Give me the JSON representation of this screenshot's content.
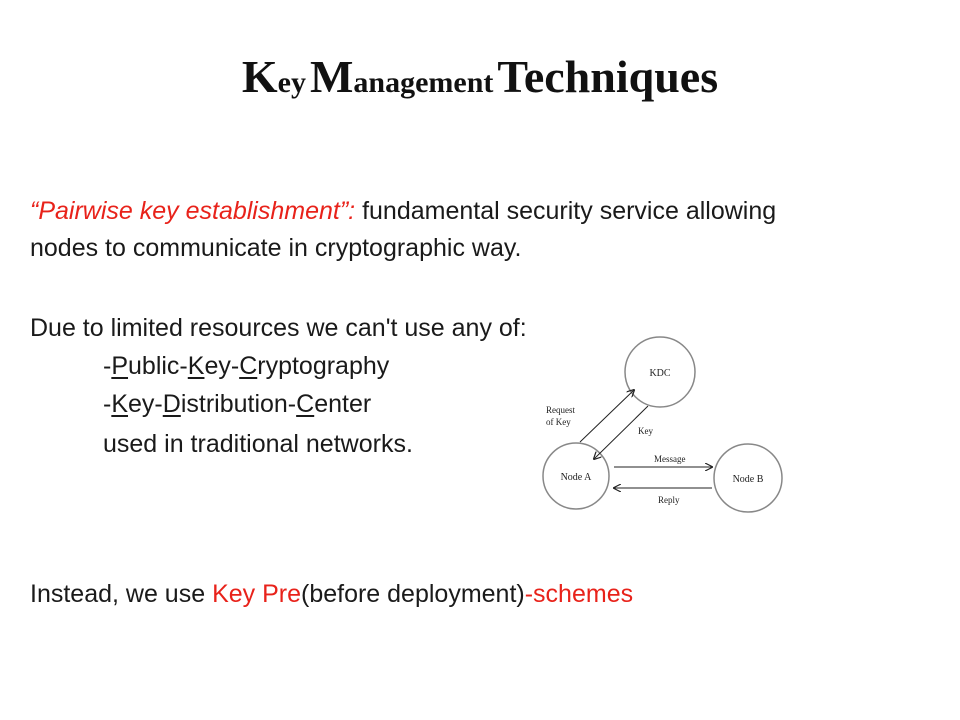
{
  "title": {
    "k": "K",
    "ey": "ey",
    "m": "M",
    "anagement": "anagement",
    "techniques": "Techniques"
  },
  "paragraph1": {
    "quote_term": "“Pairwise key establishment”:",
    "line1_rest": "fundamental security service allowing",
    "line2": "nodes to communicate in cryptographic way."
  },
  "paragraph2": {
    "intro": "Due to limited resources we can't use any of:",
    "item1": {
      "dash": "-",
      "p_letter": "P",
      "p_rest": "ublic-",
      "k_letter": "K",
      "k_rest": "ey-",
      "c_letter": "C",
      "c_rest": "ryptography"
    },
    "item2": {
      "dash": "-",
      "k_letter": "K",
      "k_rest": "ey-",
      "d_letter": "D",
      "d_rest": "istribution-",
      "c_letter": "C",
      "c_rest": "enter"
    },
    "item3": "used in traditional networks."
  },
  "paragraph3": {
    "start": "Instead, we use ",
    "red1": "Key Pre",
    "middle": "(before deployment)",
    "red2": "-schemes"
  },
  "diagram": {
    "kdc": "KDC",
    "node_a": "Node A",
    "node_b": "Node B",
    "request_line1": "Request",
    "request_line2": "of Key",
    "key": "Key",
    "message": "Message",
    "reply": "Reply"
  },
  "colors": {
    "accent_red": "#e8221a",
    "text": "#1a1a1a"
  }
}
